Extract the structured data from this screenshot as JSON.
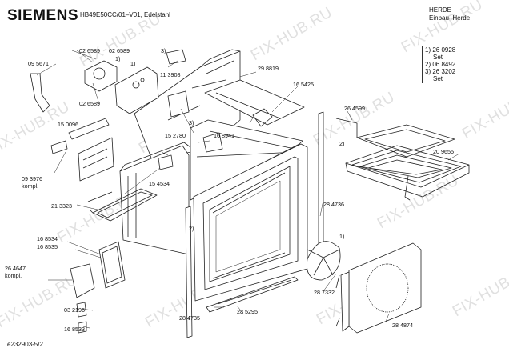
{
  "header": {
    "brand": "SIEMENS",
    "model": "HB49E50CC/01–V01, Edelstahl",
    "category_line1": "HERDE",
    "category_line2": "Einbau–Herde"
  },
  "legend": {
    "l1": "1)  26 0928",
    "l1b": "Set",
    "l2": "2)  06 8492",
    "l3": "3)  26 3202",
    "l3b": "Set"
  },
  "watermark": "FIX-HUB.RU",
  "document_id": "e232903-5/2",
  "parts": {
    "p_026589_a": "02 6589",
    "p_026589_b": "02 6589",
    "p_026589_c": "02 6589",
    "p_095671": "09 5671",
    "p_113908": "11 3908",
    "p_298819": "29 8819",
    "p_165425": "16 5425",
    "p_150096": "15 0096",
    "p_152780": "15 2780",
    "p_168941": "16 8941",
    "p_264599": "26 4599",
    "p_209655": "20 9655",
    "p_093976": "09 3976",
    "p_kompl1": "kompl.",
    "p_154534": "15 4534",
    "p_213323": "21 3323",
    "p_284736": "28 4736",
    "p_168534": "16 8534",
    "p_168535": "16 8535",
    "p_264647": "26 4647",
    "p_kompl2": "kompl.",
    "p_032196": "03 2196",
    "p_168533": "16 8533",
    "p_284735": "28 4735",
    "p_285295": "28 5295",
    "p_287332": "28 7332",
    "p_284874": "28 4874"
  },
  "callouts": {
    "c1_top_a": "1)",
    "c1_top_b": "1)",
    "c3_top": "3)",
    "c3_mid": "3)",
    "c2_right": "2)",
    "c2_left": "2)",
    "c1_fan": "1)"
  }
}
